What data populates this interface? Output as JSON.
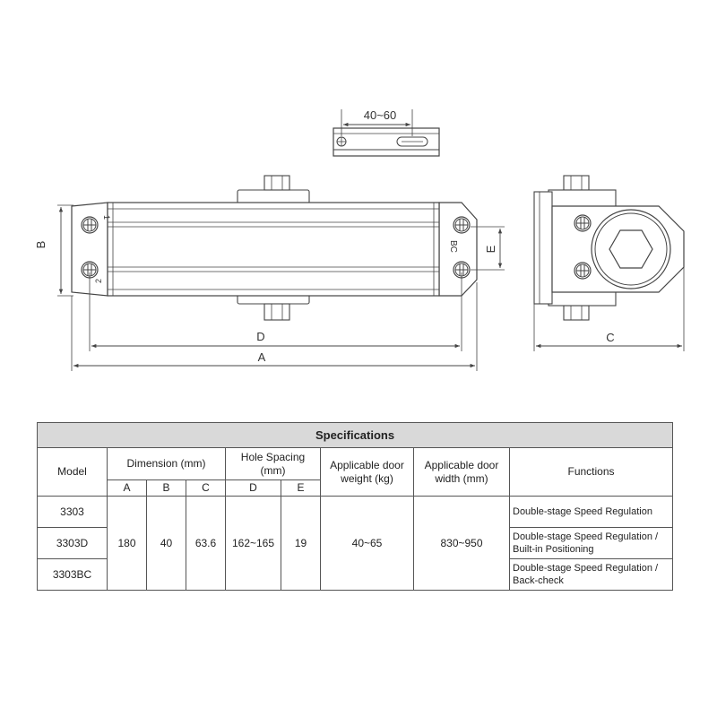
{
  "drawing": {
    "labels": {
      "slot_spacing": "40~60",
      "dim_a": "A",
      "dim_b": "B",
      "dim_c": "C",
      "dim_d": "D",
      "dim_e": "E",
      "marking_bc": "BC",
      "marking_1": "1",
      "marking_2": "2"
    },
    "icons": [
      "screw-icon",
      "hex-nut-icon"
    ]
  },
  "table": {
    "title": "Specifications",
    "headers": {
      "model": "Model",
      "dimension": "Dimension (mm)",
      "hole_spacing": "Hole Spacing (mm)",
      "door_weight": "Applicable door weight (kg)",
      "door_width": "Applicable door width (mm)",
      "functions": "Functions"
    },
    "subheaders": [
      "A",
      "B",
      "C",
      "D",
      "E"
    ],
    "rows": [
      {
        "model": "3303",
        "function": "Double-stage Speed Regulation"
      },
      {
        "model": "3303D",
        "function": "Double-stage Speed Regulation / Built-in Positioning"
      },
      {
        "model": "3303BC",
        "function": "Double-stage Speed Regulation / Back-check"
      }
    ],
    "shared_values": {
      "a": "180",
      "b": "40",
      "c": "63.6",
      "d": "162~165",
      "e": "19",
      "weight": "40~65",
      "width": "830~950"
    }
  }
}
